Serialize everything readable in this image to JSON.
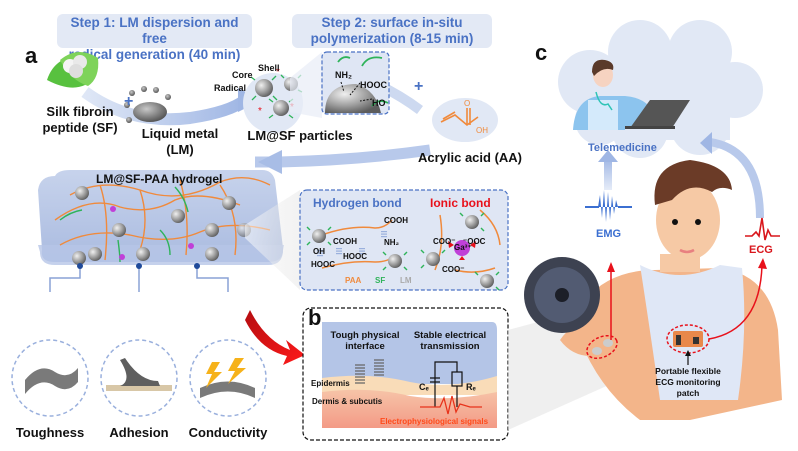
{
  "panels": {
    "a": {
      "letter": "a"
    },
    "b": {
      "letter": "b"
    },
    "c": {
      "letter": "c"
    }
  },
  "steps": {
    "step1": {
      "line1": "Step 1: LM dispersion and free",
      "line2": "radical generation (40 min)"
    },
    "step2": {
      "line1": "Step 2: surface in-situ",
      "line2": "polymerization (8-15 min)"
    }
  },
  "materials": {
    "sf": {
      "line1": "Silk fibroin",
      "line2": "peptide (SF)"
    },
    "lm": {
      "line1": "Liquid metal",
      "line2": "(LM)"
    },
    "particles": "LM@SF particles",
    "aa": "Acrylic acid (AA)",
    "aa_oh": "OH",
    "aa_o": "O",
    "plus": "+"
  },
  "particle_labels": {
    "shell": "Shell",
    "core": "Core",
    "radical": "Radical"
  },
  "surface_groups": {
    "nh2": "NH₂",
    "hooc": "HOOC",
    "ho": "HO"
  },
  "hydrogel": {
    "title": "LM@SF-PAA hydrogel"
  },
  "bonds": {
    "hydrogen": {
      "title": "Hydrogen bond",
      "groups": [
        "COOH",
        "COOH",
        "OH",
        "HOOC",
        "HOOC",
        "NH₂"
      ],
      "legend": {
        "paa": "PAA",
        "sf": "SF",
        "lm": "LM"
      }
    },
    "ionic": {
      "title": "Ionic bond",
      "groups": [
        "COO⁻",
        "⁻OOC",
        "COO⁻"
      ],
      "ion": "Ga³⁺"
    }
  },
  "properties": [
    {
      "label": "Toughness"
    },
    {
      "label": "Adhesion"
    },
    {
      "label": "Conductivity"
    }
  ],
  "interface": {
    "tough": {
      "line1": "Tough physical",
      "line2": "interface"
    },
    "stable": {
      "line1": "Stable electrical",
      "line2": "transmission"
    },
    "epidermis": "Epidermis",
    "dermis": "Dermis & subcutis",
    "ce": "Cₑ",
    "re": "Rₑ",
    "signals": "Electrophysiological signals"
  },
  "telemedicine": {
    "label": "Telemedicine",
    "emg": "EMG",
    "ecg": "ECG",
    "patch": {
      "line1": "Portable flexible",
      "line2": "ECG monitoring",
      "line3": "patch"
    }
  },
  "colors": {
    "accent_blue": "#4a72c4",
    "step_bg": "#e3e9f5",
    "paa_orange": "#f08a3c",
    "sf_green": "#2fb35a",
    "ionic_red": "#e8111b",
    "ga_magenta": "#c040d8",
    "ecg_red": "#d9161c"
  }
}
